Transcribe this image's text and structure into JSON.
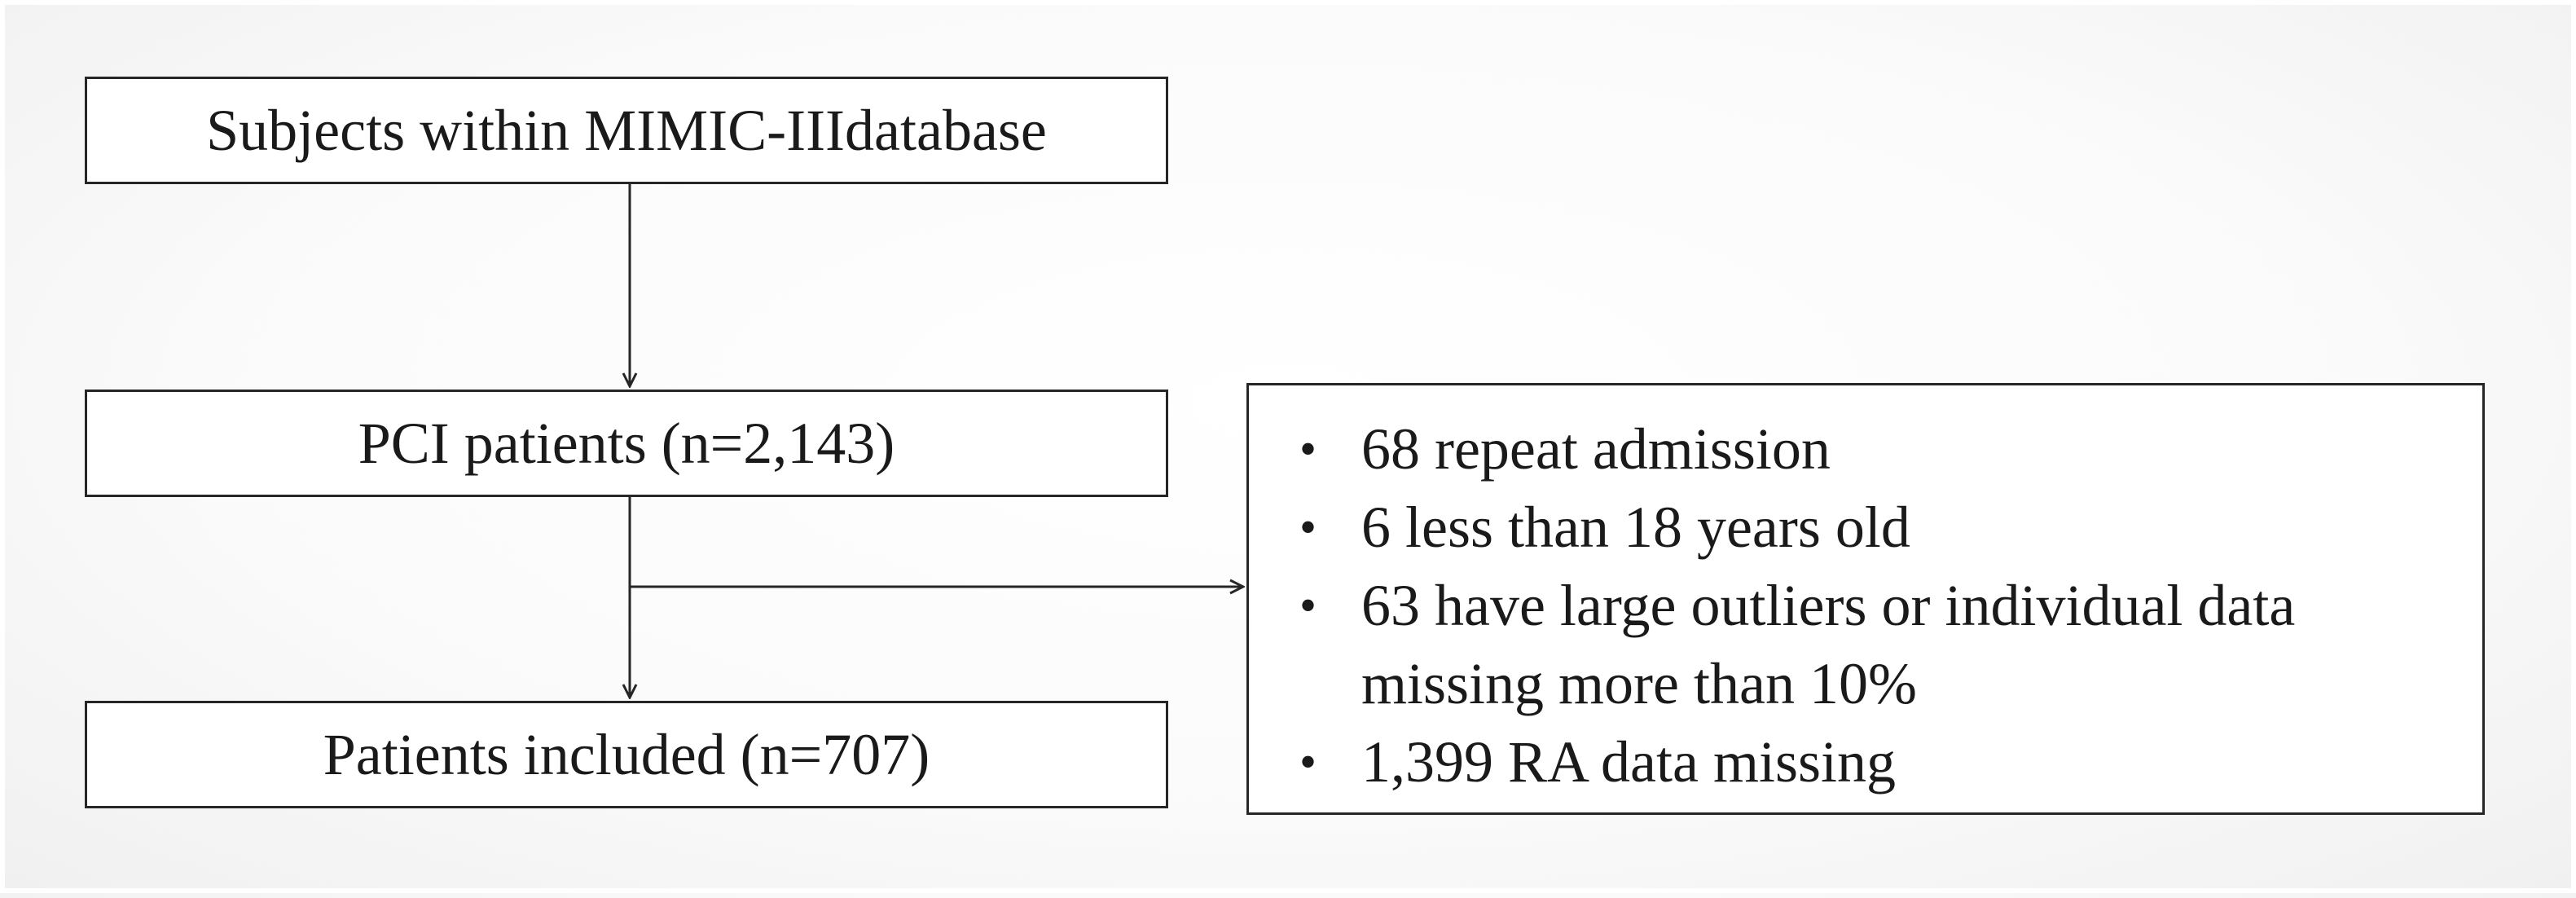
{
  "flowchart": {
    "boxes": {
      "subjects": "Subjects within MIMIC-IIIdatabase",
      "pci": "PCI patients (n=2,143)",
      "included": "Patients included (n=707)"
    },
    "exclusions": [
      "68 repeat admission",
      "6 less than 18 years old",
      "63 have large outliers or individual data missing more than 10%",
      "1,399 RA data missing"
    ],
    "bullet_symbol": "•"
  }
}
